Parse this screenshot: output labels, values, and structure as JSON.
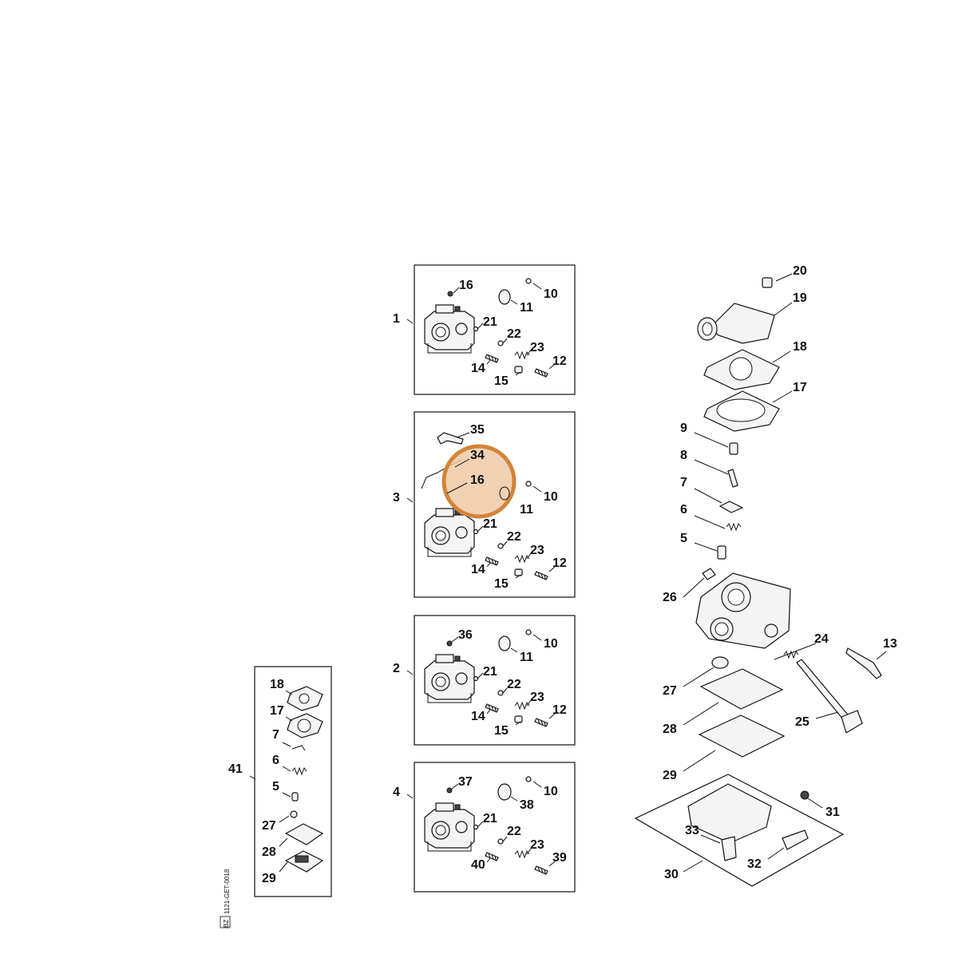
{
  "diagram": {
    "doc_code": "1121-GET-0018",
    "tag": "BZ",
    "highlight_color": "#d2843a",
    "highlight_fill": "#efc9a6",
    "callouts": {
      "box1": [
        "1",
        "16",
        "10",
        "11",
        "21",
        "22",
        "23",
        "12",
        "14",
        "15"
      ],
      "box3": [
        "3",
        "35",
        "34",
        "16",
        "10",
        "11",
        "21",
        "22",
        "23",
        "12",
        "14",
        "15"
      ],
      "box2": [
        "2",
        "36",
        "10",
        "11",
        "21",
        "22",
        "23",
        "12",
        "14",
        "15"
      ],
      "box4": [
        "4",
        "37",
        "10",
        "38",
        "21",
        "22",
        "23",
        "40",
        "39"
      ],
      "box41": [
        "41",
        "18",
        "17",
        "7",
        "6",
        "5",
        "27",
        "28",
        "29"
      ],
      "exploded": [
        "20",
        "19",
        "18",
        "17",
        "9",
        "8",
        "7",
        "6",
        "5",
        "26",
        "24",
        "13",
        "27",
        "28",
        "25",
        "29",
        "31",
        "33",
        "32",
        "30"
      ]
    }
  }
}
